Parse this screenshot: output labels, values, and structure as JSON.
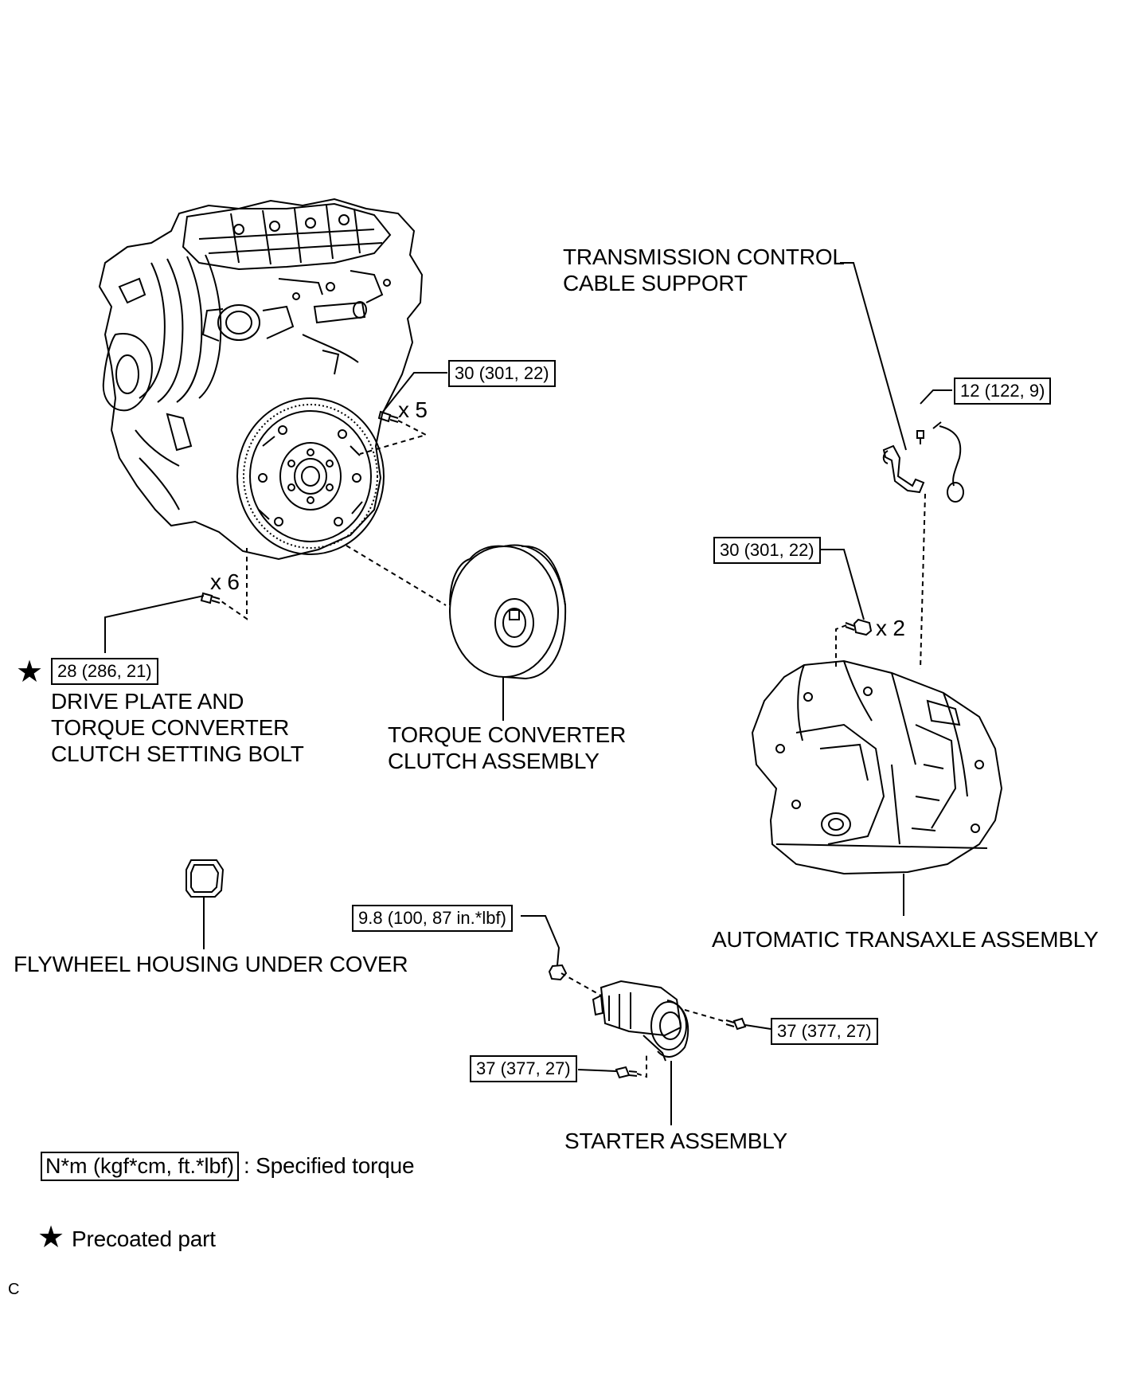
{
  "parts": {
    "transmission_control_cable_support": [
      "TRANSMISSION CONTROL",
      "CABLE SUPPORT"
    ],
    "drive_plate_bolt": [
      "DRIVE PLATE AND",
      "TORQUE CONVERTER",
      "CLUTCH SETTING BOLT"
    ],
    "torque_converter": [
      "TORQUE CONVERTER",
      "CLUTCH ASSEMBLY"
    ],
    "automatic_transaxle": "AUTOMATIC TRANSAXLE ASSEMBLY",
    "flywheel_housing_under_cover": "FLYWHEEL HOUSING UNDER COVER",
    "starter_assembly": "STARTER ASSEMBLY"
  },
  "torques": {
    "engine_upper_bolts": "30 (301, 22)",
    "cable_support_bolt": "12 (122, 9)",
    "transaxle_bolts": "30 (301, 22)",
    "drive_plate_bolt": "28 (286, 21)",
    "starter_nut": "9.8 (100, 87 in.*lbf)",
    "starter_bolt_right": "37 (377, 27)",
    "starter_bolt_left": "37 (377, 27)"
  },
  "quantities": {
    "engine_upper_bolts": "x 5",
    "drive_plate_bolts": "x 6",
    "transaxle_bolts": "x 2"
  },
  "legend": {
    "torque_box": "N*m (kgf*cm, ft.*lbf)",
    "torque_text": ": Specified torque",
    "precoated_text": "Precoated part",
    "star_symbol": "★"
  },
  "corner_mark": "C"
}
